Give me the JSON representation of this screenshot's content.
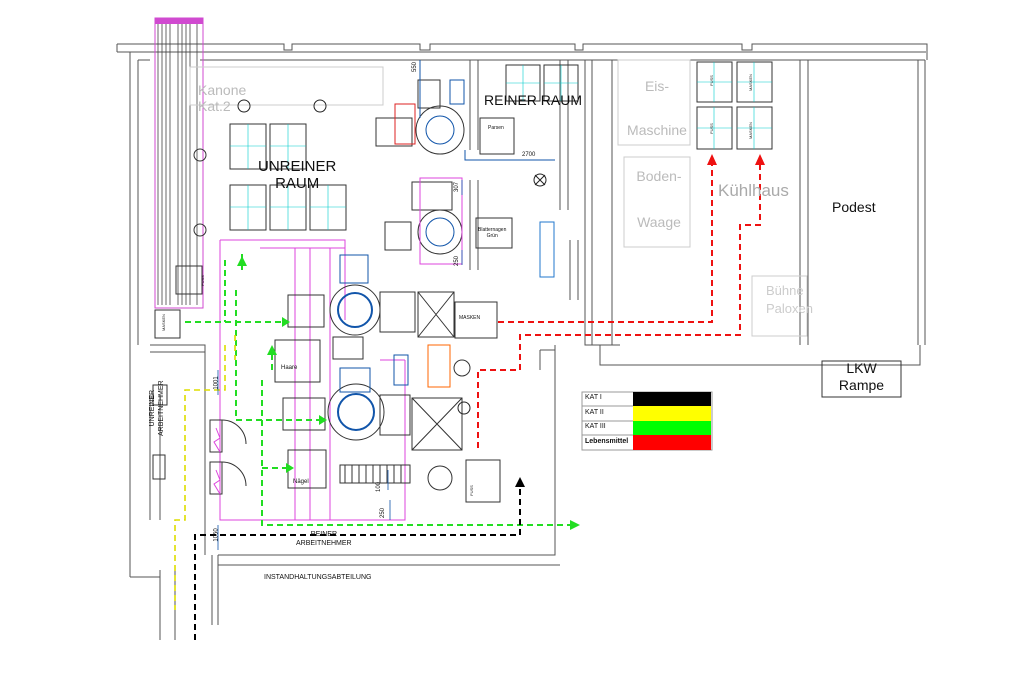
{
  "rooms": {
    "kanone": "Kanone",
    "kanone_kat": "Kat.2",
    "unreiner_raum_1": "UNREINER",
    "unreiner_raum_2": "RAUM",
    "reiner_raum": "REINER RAUM",
    "eis_1": "Eis-",
    "eis_2": "Maschine",
    "boden_1": "Boden-",
    "boden_2": "Waage",
    "kuehlhaus": "Kühlhaus",
    "podest": "Podest",
    "buehne_1": "Bühne",
    "buehne_2": "Paloxen",
    "lkw_1": "LKW",
    "lkw_2": "Rampe",
    "unreiner_arbeitnehmer_1": "UNREINER",
    "unreiner_arbeitnehmer_2": "ARBEITNEHMER",
    "reiner_arbeitnehmer_1": "REINER",
    "reiner_arbeitnehmer_2": "ARBEITNEHMER",
    "instandhaltung": "INSTANDHALTUNGSABTEILUNG"
  },
  "machines": {
    "parsen": "Parsen",
    "blatternagen_1": "Blatternagen",
    "blatternagen_2": "Grün",
    "masken_box": "MASKEN",
    "haare": "Haare",
    "naegel": "Nägel",
    "fuss": "FUSS",
    "masken": "MASKEN"
  },
  "dimensions": {
    "d550": "550",
    "d2700": "2700",
    "d307": "307",
    "d250a": "250",
    "d1001": "1001",
    "d250b": "250",
    "d1050": "1050",
    "d100": "100"
  },
  "legend": {
    "items": [
      {
        "label": "KAT I",
        "color": "#000000"
      },
      {
        "label": "KAT II",
        "color": "#ffff00"
      },
      {
        "label": "KAT III",
        "color": "#00ff00"
      },
      {
        "label": "Lebensmittel",
        "color": "#ff0000"
      }
    ]
  },
  "colors": {
    "wall": "#555555",
    "cyan": "#00cccc",
    "magenta": "#dd44dd",
    "blue": "#1155aa",
    "kat1": "#000000",
    "kat2": "#ffff00",
    "kat3": "#22dd22",
    "food": "#ee1111"
  }
}
